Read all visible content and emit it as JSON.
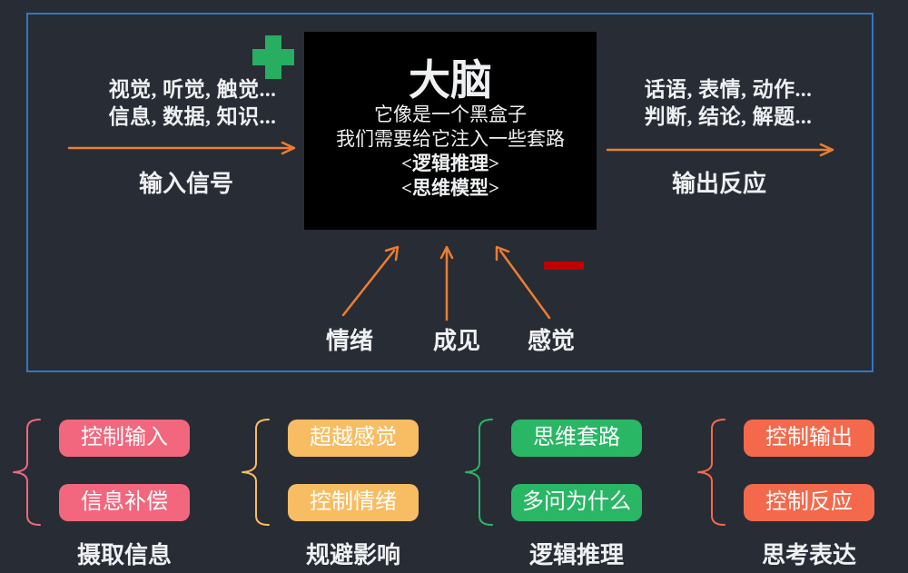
{
  "diagram": {
    "input": {
      "lines": [
        "视觉, 听觉, 触觉...",
        "信息, 数据, 知识..."
      ],
      "label": "输入信号"
    },
    "brain": {
      "title": "大脑",
      "lines": [
        "它像是一个黑盒子",
        "我们需要给它注入一些套路",
        "<逻辑推理>",
        "<思维模型>"
      ]
    },
    "output": {
      "lines": [
        "话语, 表情, 动作...",
        "判断, 结论, 解题..."
      ],
      "label": "输出反应"
    },
    "interference": {
      "labels": [
        "情绪",
        "成见",
        "感觉"
      ]
    },
    "icons": {
      "plus": "plus-icon",
      "minus": "minus-icon",
      "arrow": "right-arrow-icon"
    }
  },
  "bottom": {
    "groups": [
      {
        "label": "摄取信息",
        "color": "#f2677d",
        "items": [
          "控制输入",
          "信息补偿"
        ]
      },
      {
        "label": "规避影响",
        "color": "#f8bd62",
        "items": [
          "超越感觉",
          "控制情绪"
        ]
      },
      {
        "label": "逻辑推理",
        "color": "#29b765",
        "items": [
          "思维套路",
          "多问为什么"
        ]
      },
      {
        "label": "思考表达",
        "color": "#f4694b",
        "items": [
          "控制输出",
          "控制反应"
        ]
      }
    ]
  },
  "colors": {
    "background": "#272c35",
    "frame_border": "#2e79c2",
    "arrow": "#ed7d31",
    "plus": "#27ae60",
    "minus": "#c00000",
    "brain_box": "#000000",
    "text": "#eef0f2"
  }
}
